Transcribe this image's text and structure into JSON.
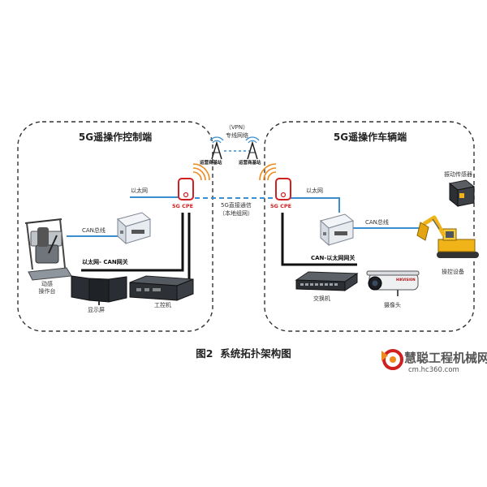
{
  "left_group": {
    "title": "5G遥操作控制端",
    "ethernet_label": "以太网",
    "can_bus_label": "CAN总线",
    "cpe_label": "5G CPE",
    "gateway_label": "以太网- CAN网关",
    "cockpit_label": "动感\n操作台",
    "display_label": "显示屏",
    "ipc_label": "工控机"
  },
  "middle": {
    "vpn_label": "（VPN）\n专线网络",
    "base_station_left": "运营商基站",
    "base_station_right": "运营商基站",
    "direct_label": "5G直接通信\n（本地组网）"
  },
  "right_group": {
    "title": "5G遥操作车辆端",
    "cpe_label": "5G CPE",
    "ethernet_label": "以太网",
    "can_bus_label": "CAN总线",
    "gateway_label": "CAN-以太网网关",
    "vibration_label": "振动传感器",
    "excavator_label": "操控设备",
    "switch_label": "交换机",
    "camera_label": "摄像头",
    "camera_brand": "HIKVISION"
  },
  "caption": "图2  系统拓扑架构图",
  "watermark": {
    "name": "慧聪工程机械网",
    "url": "cm.hc360.com"
  },
  "colors": {
    "ethernet_line": "#3b8fd0",
    "cpe_red": "#d02020",
    "wifi_orange": "#f08a1c",
    "excavator_yellow": "#f0b418"
  }
}
